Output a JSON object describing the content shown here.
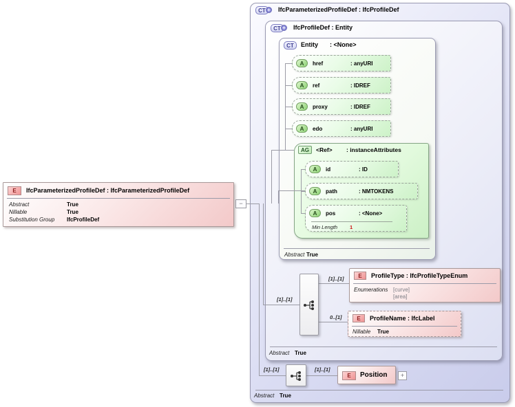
{
  "element_left": {
    "icon": "E",
    "title": "IfcParameterizedProfileDef : IfcParameterizedProfileDef",
    "rows": [
      {
        "label": "Abstract",
        "value": "True"
      },
      {
        "label": "Nillable",
        "value": "True"
      },
      {
        "label": "Substitution Group",
        "value": "IfcProfileDef"
      }
    ],
    "collapse_glyph": "−"
  },
  "outer_box": {
    "icon": "CT",
    "plus": "+",
    "title": "IfcParameterizedProfileDef : IfcProfileDef",
    "footer_label": "Abstract",
    "footer_value": "True"
  },
  "profiledef_box": {
    "icon": "CT",
    "plus": "+",
    "title": "IfcProfileDef : Entity",
    "footer_label": "Abstract",
    "footer_value": "True"
  },
  "entity_box": {
    "icon": "CT",
    "name": "Entity",
    "type": ": <None>",
    "footer_label": "Abstract",
    "footer_value": "True",
    "attributes": [
      {
        "icon": "A",
        "name": "href",
        "type": ": anyURI"
      },
      {
        "icon": "A",
        "name": "ref",
        "type": ": IDREF"
      },
      {
        "icon": "A",
        "name": "proxy",
        "type": ": IDREF"
      },
      {
        "icon": "A",
        "name": "edo",
        "type": ": anyURI"
      }
    ],
    "attr_group": {
      "icon": "AG",
      "name": "<Ref>",
      "type": ": instanceAttributes",
      "attributes": [
        {
          "icon": "A",
          "name": "id",
          "type": ": ID"
        },
        {
          "icon": "A",
          "name": "path",
          "type": ": NMTOKENS"
        },
        {
          "icon": "A",
          "name": "pos",
          "type": ": <None>",
          "facet_label": "Min Length",
          "facet_value": "1"
        }
      ]
    }
  },
  "profile_type_box": {
    "icon": "E",
    "title": "ProfileType : IfcProfileTypeEnum",
    "row_label": "Enumerations",
    "row_value1": "[curve]",
    "row_value2": "[area]"
  },
  "profile_name_box": {
    "icon": "E",
    "title": "ProfileName : IfcLabel",
    "row_label": "Nillable",
    "row_value": "True"
  },
  "position_box": {
    "icon": "E",
    "title": "Position",
    "expand_glyph": "+"
  },
  "cardinalities": {
    "seq1_in": "[1]..[1]",
    "seq1_to_type": "[1]..[1]",
    "seq1_to_name": "0..[1]",
    "seq2_in": "[1]..[1]",
    "seq2_out": "[1]..[1]"
  }
}
